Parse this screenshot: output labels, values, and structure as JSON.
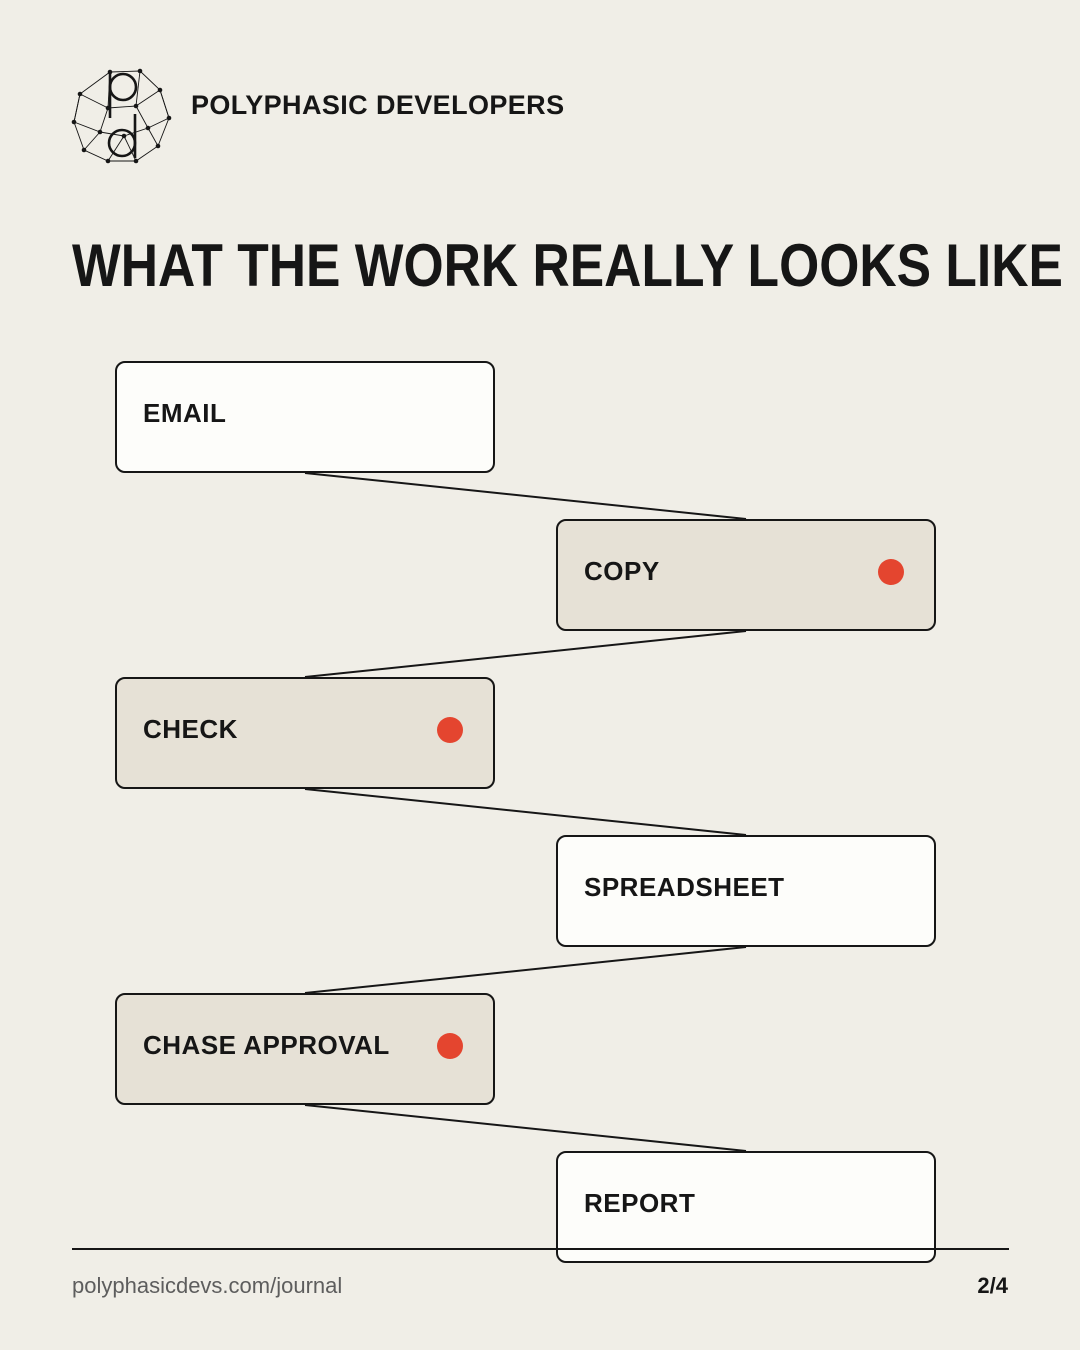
{
  "brand": {
    "name": "POLYPHASIC DEVELOPERS",
    "logo_letters": "pd",
    "logo_icon": "polyhedron-network-logo"
  },
  "title": "WHAT THE WORK REALLY LOOKS LIKE",
  "flow": {
    "steps": [
      {
        "label": "EMAIL",
        "flagged": false
      },
      {
        "label": "COPY",
        "flagged": true
      },
      {
        "label": "CHECK",
        "flagged": true
      },
      {
        "label": "SPREADSHEET",
        "flagged": false
      },
      {
        "label": "CHASE APPROVAL",
        "flagged": true
      },
      {
        "label": "REPORT",
        "flagged": false
      }
    ],
    "colors": {
      "flag_dot": "#e4452f",
      "flagged_fill": "#e6e1d6",
      "plain_fill": "#fdfdfa",
      "ink": "#161616"
    }
  },
  "footer": {
    "link": "polyphasicdevs.com/journal",
    "page": "2/4"
  }
}
